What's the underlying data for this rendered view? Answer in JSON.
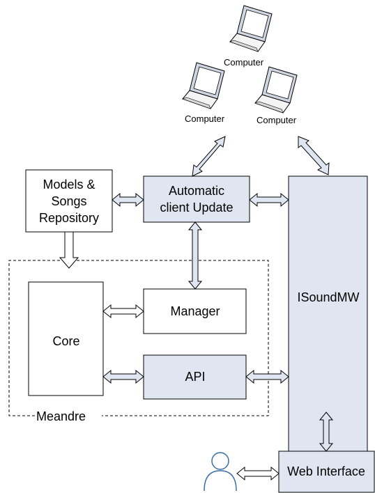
{
  "computers": [
    "Computer",
    "Computer",
    "Computer"
  ],
  "models_box": [
    "Models &",
    "Songs",
    "Repository"
  ],
  "update_box": [
    "Automatic",
    "client Update"
  ],
  "isound_label": "ISoundMW",
  "manager_label": "Manager",
  "core_label": "Core",
  "api_label": "API",
  "meandre_label": "Meandre",
  "web_label": "Web Interface",
  "colors": {
    "box_fill": "#dfe6f2",
    "stroke": "#000000"
  },
  "icons": [
    "laptop-icon",
    "user-icon"
  ]
}
